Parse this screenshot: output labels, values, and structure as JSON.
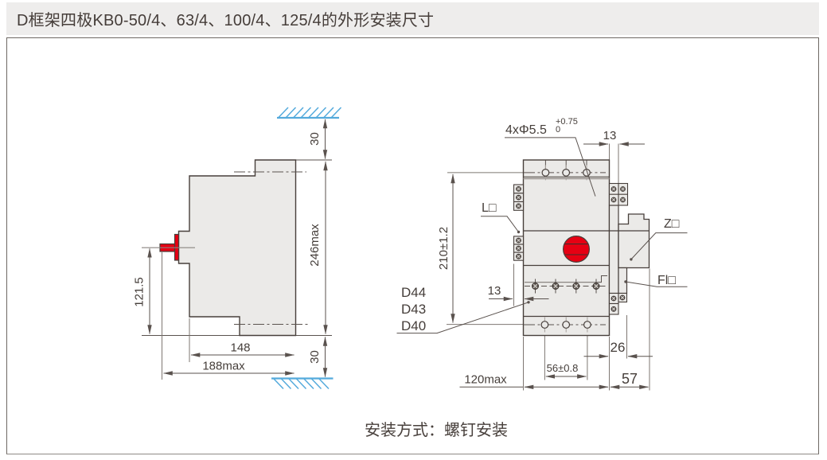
{
  "title": "D框架四极KB0-50/4、63/4、100/4、125/4的外形安装尺寸",
  "caption": "安装方式：螺钉安装",
  "colors": {
    "accent_red": "#e60013",
    "hatch_blue": "#54aadc",
    "outline": "#473f3b",
    "panel_bg": "#eeedec",
    "body_fill": "#ebeae8"
  },
  "left_view": {
    "dim_top_clearance": "30",
    "dim_total_height": "246max",
    "dim_handle_height": "121.5",
    "dim_body_depth": "148",
    "dim_total_depth": "188max",
    "dim_bottom_clearance": "30"
  },
  "right_view": {
    "holes_note": "4xΦ5.5",
    "holes_tol_upper": "+0.75",
    "holes_tol_lower": "0",
    "dim_tab_width": "13",
    "dim_mount_hole_pitch_v": "210±1.2",
    "label_l": "L□",
    "label_z": "Z□",
    "label_fl": "Fl□",
    "model_1": "D44",
    "model_2": "D43",
    "model_3": "D40",
    "dim_side_offset": "13",
    "dim_right_offset": "26",
    "dim_mount_hole_pitch_h": "56±0.8",
    "dim_total_width": "120max",
    "dim_extension_width": "57"
  }
}
